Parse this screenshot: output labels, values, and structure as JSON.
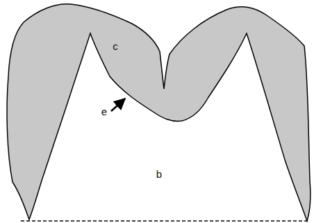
{
  "diagram": {
    "labels": [
      "c",
      "e",
      "b"
    ]
  }
}
